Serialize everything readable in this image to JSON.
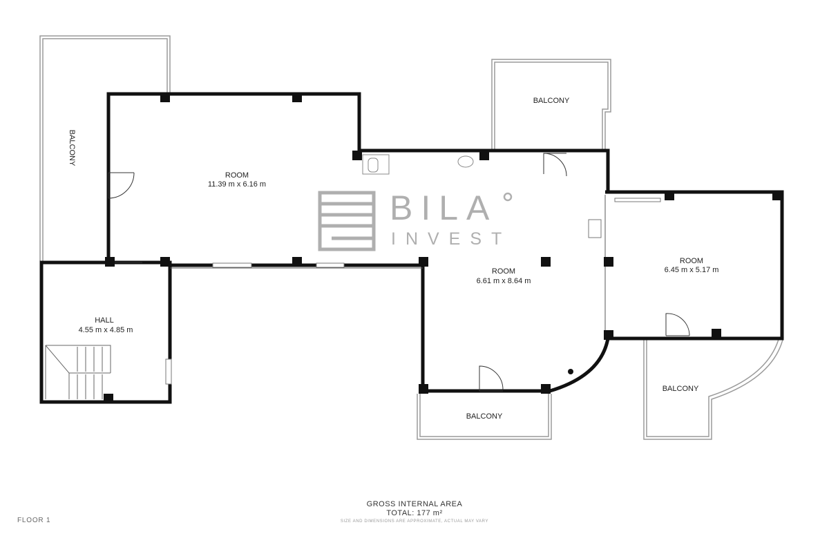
{
  "rooms": [
    {
      "name": "BALCONY",
      "dims": ""
    },
    {
      "name": "ROOM",
      "dims": "11.39 m x 6.16 m"
    },
    {
      "name": "BALCONY",
      "dims": ""
    },
    {
      "name": "ROOM",
      "dims": "6.61 m x 8.64 m"
    },
    {
      "name": "ROOM",
      "dims": "6.45 m x 5.17 m"
    },
    {
      "name": "HALL",
      "dims": "4.55 m x 4.85 m"
    },
    {
      "name": "BALCONY",
      "dims": ""
    },
    {
      "name": "BALCONY",
      "dims": ""
    }
  ],
  "area": {
    "title": "GROSS INTERNAL AREA",
    "total": "TOTAL: 177 m²",
    "note": "SIZE AND DIMENSIONS ARE APPROXIMATE, ACTUAL MAY VARY"
  },
  "floor_label": "FLOOR 1",
  "watermark": {
    "word": "BILA",
    "sub": "INVEST"
  },
  "colors": {
    "wall": "#111111",
    "balcony": "#9a9a9a",
    "watermark": "#6f6f6f"
  }
}
